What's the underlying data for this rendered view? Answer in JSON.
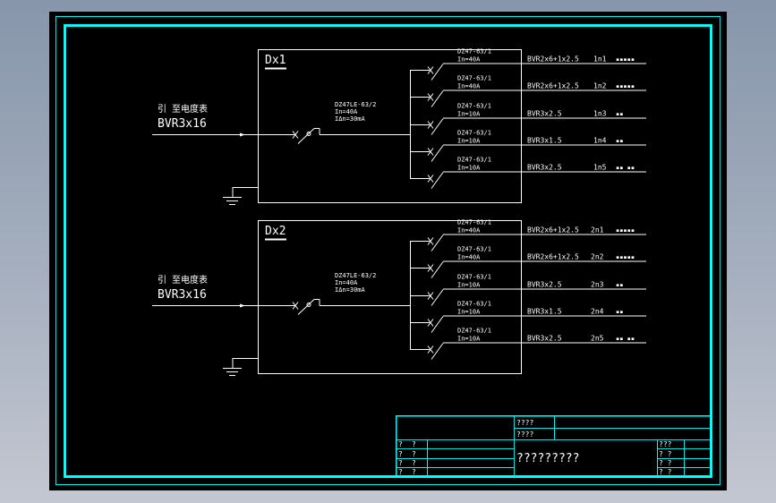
{
  "colors": {
    "frame": "#00ffff",
    "lines": "#ffffff",
    "background": "#000000"
  },
  "panels": [
    {
      "name": "Dx1",
      "feed_label": "引 至电度表",
      "feed_cable": "BVR3x16",
      "main_breaker": {
        "model": "DZ47LE-63/2",
        "rating": "In=40A",
        "leakage": "IΔn=30mA"
      },
      "circuits": [
        {
          "breaker": "DZ47-63/1",
          "rating": "In=40A",
          "cable": "BVR2x6+1x2.5",
          "circuit": "1n1",
          "load": "▪▪▪▪▪"
        },
        {
          "breaker": "DZ47-63/1",
          "rating": "In=40A",
          "cable": "BVR2x6+1x2.5",
          "circuit": "1n2",
          "load": "▪▪▪▪▪"
        },
        {
          "breaker": "DZ47-63/1",
          "rating": "In=10A",
          "cable": "BVR3x2.5",
          "circuit": "1n3",
          "load": "▪▪"
        },
        {
          "breaker": "DZ47-63/1",
          "rating": "In=10A",
          "cable": "BVR3x1.5",
          "circuit": "1n4",
          "load": "▪▪"
        },
        {
          "breaker": "DZ47-63/1",
          "rating": "In=10A",
          "cable": "BVR3x2.5",
          "circuit": "1n5",
          "load": "▪▪ ▪▪"
        }
      ]
    },
    {
      "name": "Dx2",
      "feed_label": "引 至电度表",
      "feed_cable": "BVR3x16",
      "main_breaker": {
        "model": "DZ47LE-63/2",
        "rating": "In=40A",
        "leakage": "IΔn=30mA"
      },
      "circuits": [
        {
          "breaker": "DZ47-63/1",
          "rating": "In=40A",
          "cable": "BVR2x6+1x2.5",
          "circuit": "2n1",
          "load": "▪▪▪▪▪"
        },
        {
          "breaker": "DZ47-63/1",
          "rating": "In=40A",
          "cable": "BVR2x6+1x2.5",
          "circuit": "2n2",
          "load": "▪▪▪▪▪"
        },
        {
          "breaker": "DZ47-63/1",
          "rating": "In=10A",
          "cable": "BVR3x2.5",
          "circuit": "2n3",
          "load": "▪▪"
        },
        {
          "breaker": "DZ47-63/1",
          "rating": "In=10A",
          "cable": "BVR3x1.5",
          "circuit": "2n4",
          "load": "▪▪"
        },
        {
          "breaker": "DZ47-63/1",
          "rating": "In=10A",
          "cable": "BVR3x2.5",
          "circuit": "2n5",
          "load": "▪▪ ▪▪"
        }
      ]
    }
  ],
  "title_block": {
    "top_right_labels": [
      "????",
      "????"
    ],
    "left_rows": [
      [
        "?",
        "?"
      ],
      [
        "?",
        "?"
      ],
      [
        "?",
        "?"
      ],
      [
        "?",
        "?"
      ]
    ],
    "drawing_title": "?????????",
    "right_rows": [
      "???",
      "? ?",
      "? ?",
      "? ?"
    ]
  }
}
